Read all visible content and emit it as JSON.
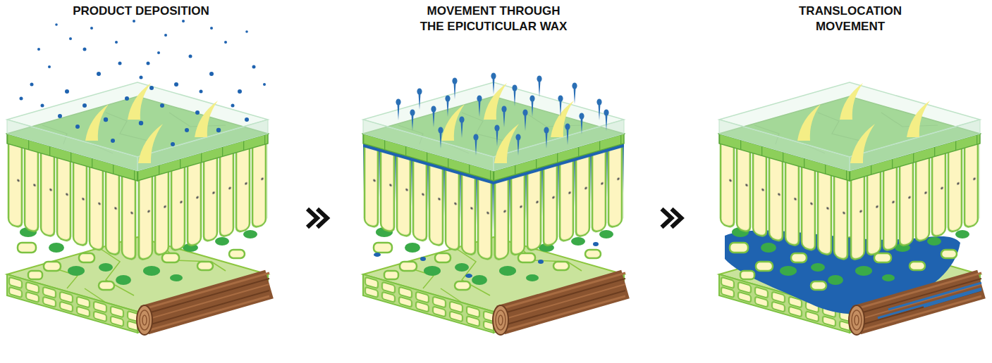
{
  "diagram": {
    "nodes": [
      {
        "text": [
          "PRODUCT DEPOSITION"
        ]
      },
      {
        "text": [
          "MOVEMENT THROUGH THE EPICUTICULAR WAX"
        ]
      },
      {
        "text": [
          "TRANSLOCATION MOVEMENT"
        ]
      }
    ],
    "edges": [
      {
        "from": 0,
        "to": 1,
        "arrow": "to"
      },
      {
        "from": 1,
        "to": 2,
        "arrow": "to"
      }
    ]
  }
}
